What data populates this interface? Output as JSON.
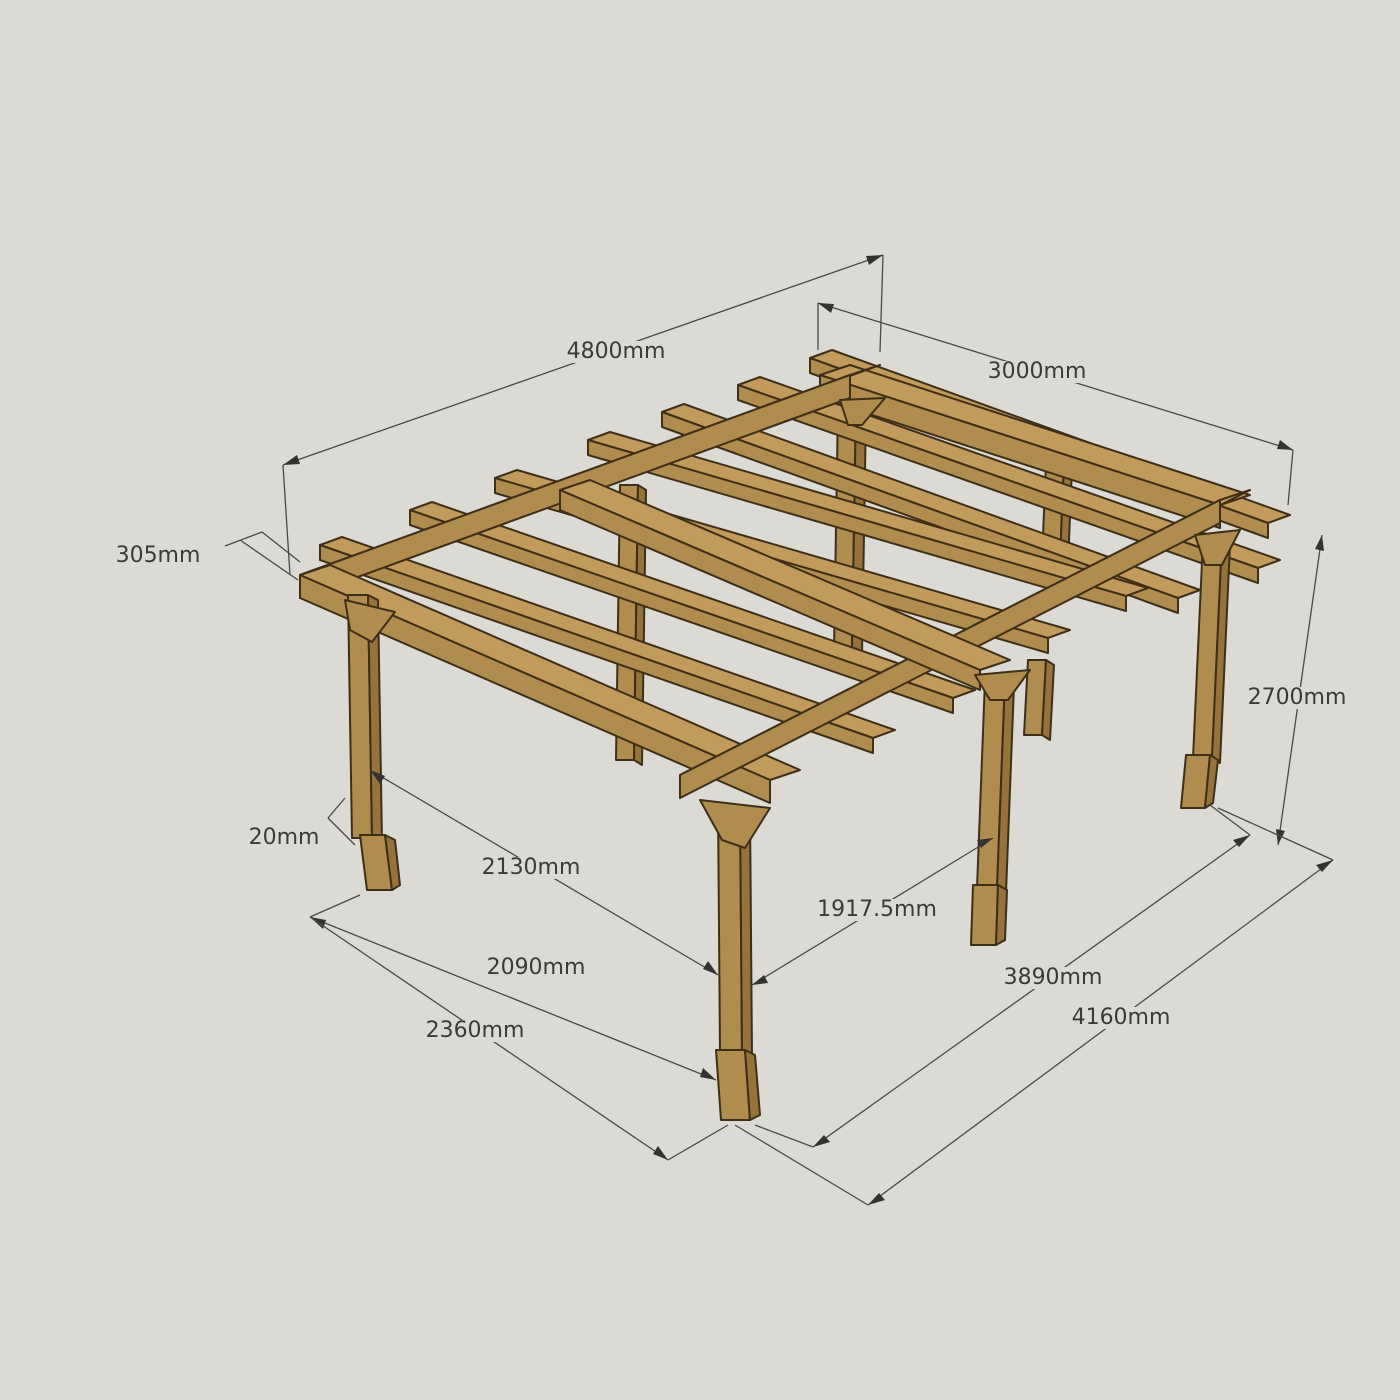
{
  "colors": {
    "background": "#dcdad5",
    "timber": "#b08c4e",
    "timber_shadow": "#94733c",
    "outline": "#3e2f18",
    "dimension_line": "#4a4a4a"
  },
  "dimensions": {
    "overall_length": "4800mm",
    "rafter_span": "3000mm",
    "overhang": "305mm",
    "height": "2700mm",
    "post_offset": "20mm",
    "inner_clear_length": "2130mm",
    "inner_clear_width": "1917.5mm",
    "post_centres_short": "2090mm",
    "footprint_short": "2360mm",
    "post_centres_long": "3890mm",
    "footprint_long": "4160mm"
  }
}
